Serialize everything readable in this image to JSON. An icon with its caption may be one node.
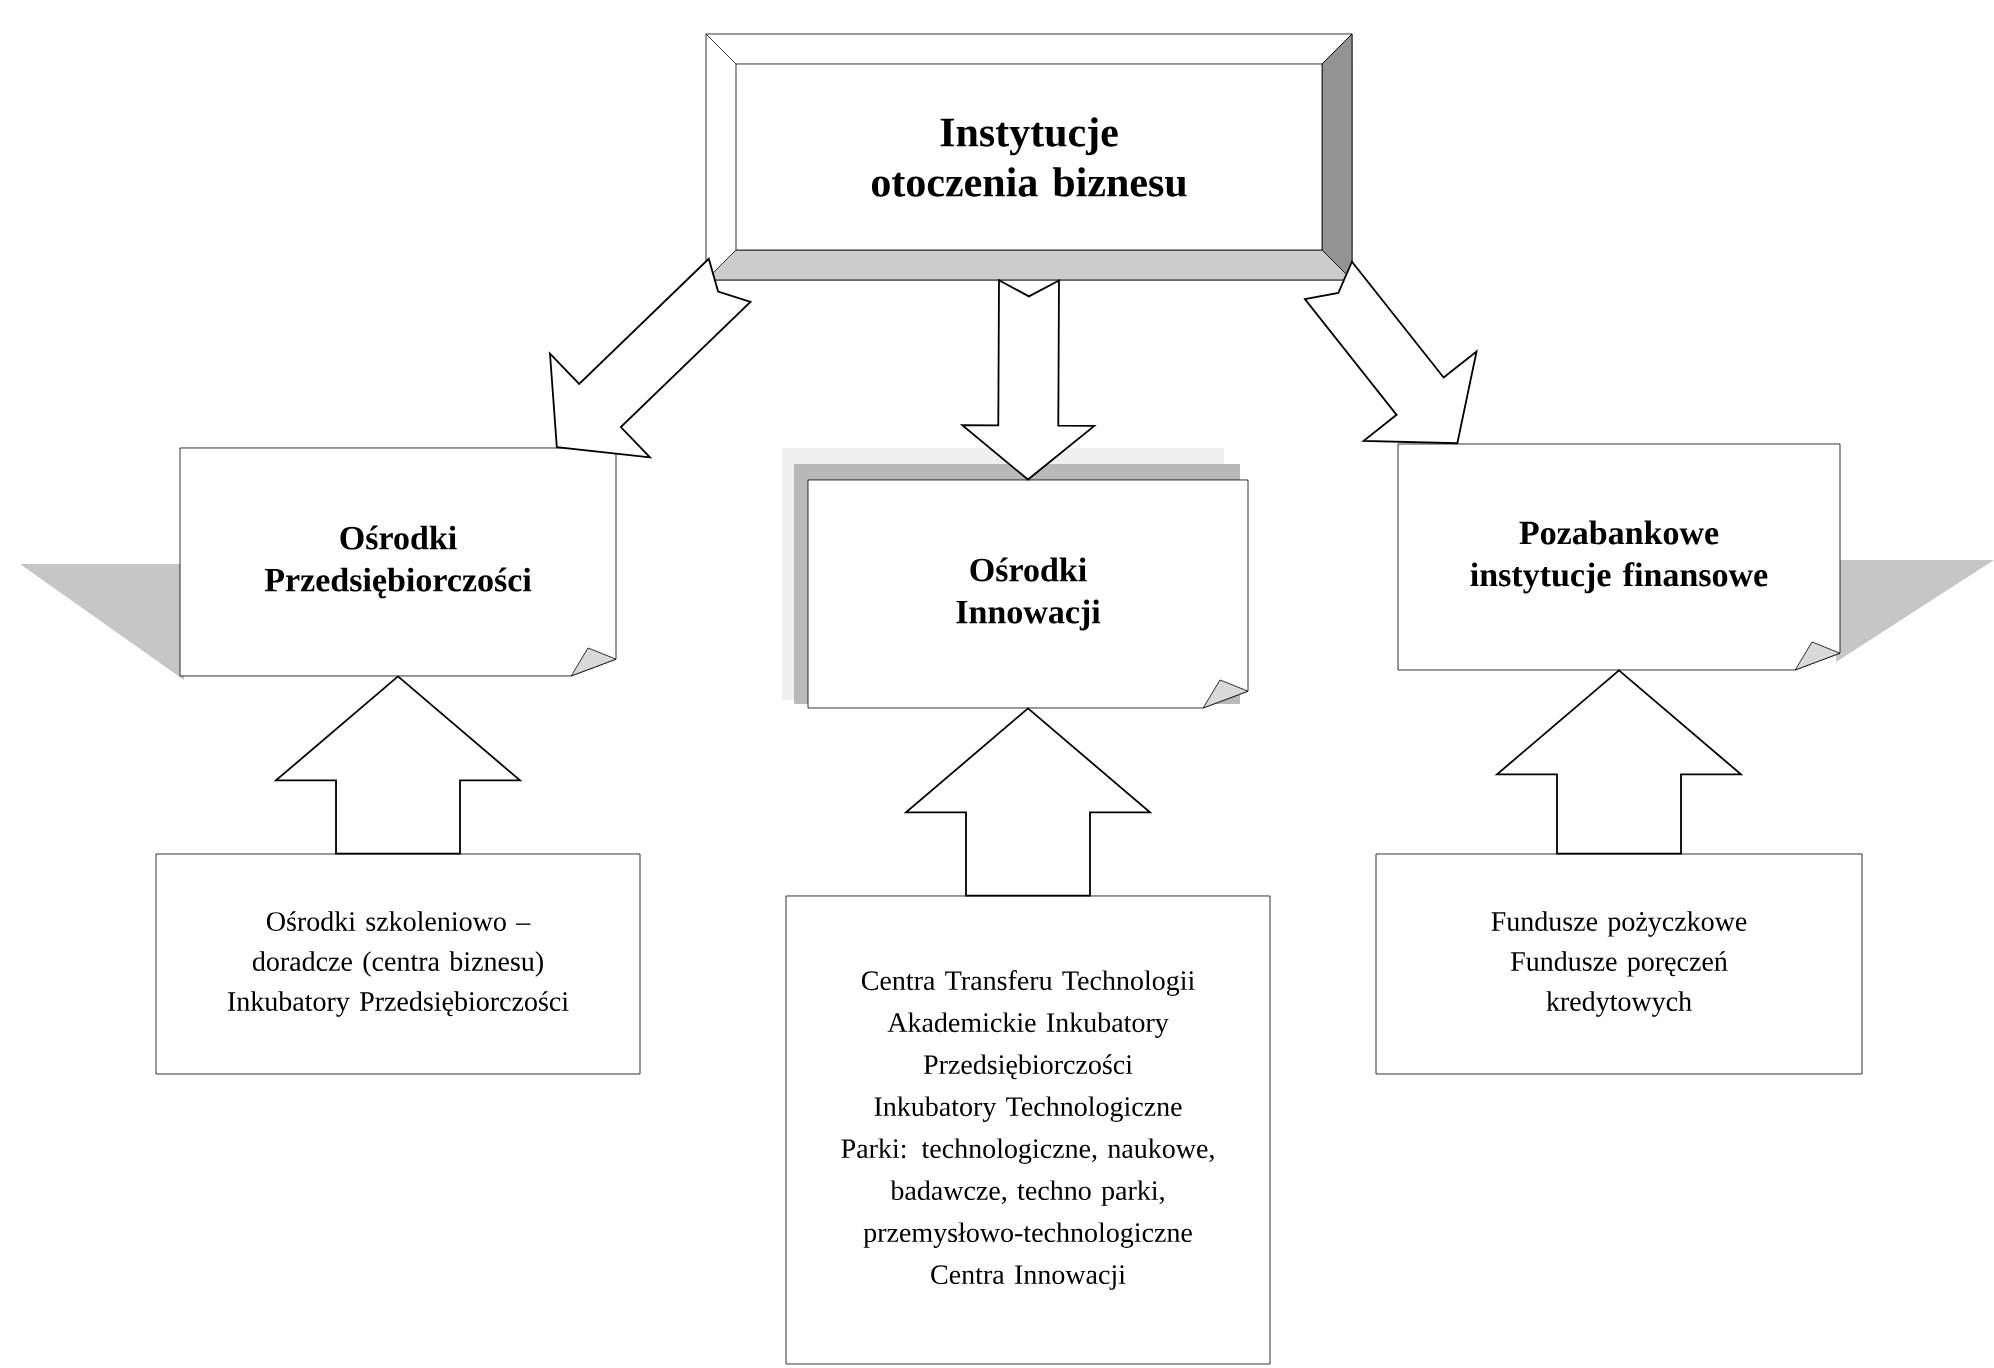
{
  "diagram": {
    "nodes": [
      {
        "text": [
          "Instytucje otoczenia biznesu"
        ]
      },
      {
        "text": [
          "Ośrodki Przedsiębiorczości"
        ]
      },
      {
        "text": [
          "Ośrodki Innowacji"
        ]
      },
      {
        "text": [
          "Pozabankowe instytucje finansowe"
        ]
      },
      {
        "text": [
          "Ośrodki szkoleniowo – doradcze (centra biznesu)",
          "Inkubatory Przedsiębiorczości"
        ]
      },
      {
        "text": [
          "Centra Transferu Technologii",
          "Akademickie Inkubatory Przedsiębiorczości",
          "Inkubatory Technologiczne",
          "Parki: technologiczne, naukowe, badawcze, techno parki, przemysłowo-technologiczne",
          "Centra Innowacji"
        ]
      },
      {
        "text": [
          "Fundusze pożyczkowe",
          "Fundusze poręczeń kredytowych"
        ]
      }
    ],
    "edges": [
      {
        "from": 0,
        "to": 1,
        "arrow": "to"
      },
      {
        "from": 0,
        "to": 2,
        "arrow": "to"
      },
      {
        "from": 0,
        "to": 3,
        "arrow": "to"
      },
      {
        "from": 4,
        "to": 1,
        "arrow": "to"
      },
      {
        "from": 5,
        "to": 2,
        "arrow": "to"
      },
      {
        "from": 6,
        "to": 3,
        "arrow": "to"
      }
    ]
  }
}
